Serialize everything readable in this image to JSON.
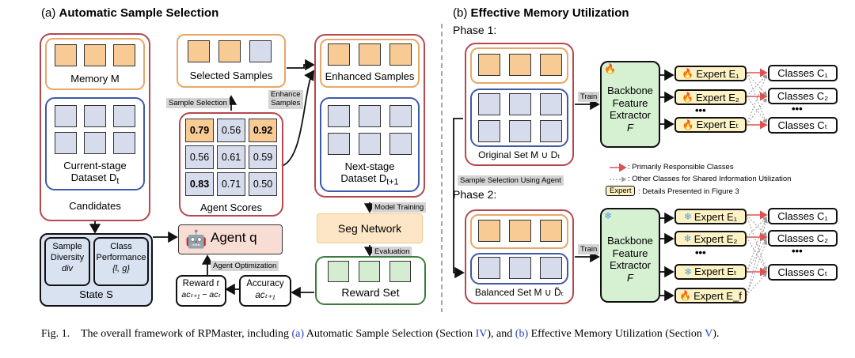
{
  "panel_a": {
    "title_prefix": "(a)",
    "title": "Automatic Sample Selection",
    "memory_label": "Memory M",
    "dataset_line1": "Current-stage",
    "dataset_line2": "Dataset D",
    "dataset_sub": "t",
    "candidates": "Candidates",
    "selected_samples": "Selected Samples",
    "sample_selection_tag": "Sample Selection",
    "enhance_tag_line1": "Enhance",
    "enhance_tag_line2": "Samples",
    "enhanced_samples": "Enhanced Samples",
    "next_line1": "Next-stage",
    "next_line2": "Dataset D",
    "next_sub": "t+1",
    "agent_scores_label": "Agent Scores",
    "scores": [
      [
        "0.79",
        "0.56",
        "0.92"
      ],
      [
        "0.56",
        "0.61",
        "0.59"
      ],
      [
        "0.83",
        "0.71",
        "0.50"
      ]
    ],
    "model_training_tag": "Model Training",
    "seg_network": "Seg Network",
    "evaluation_tag": "Evaluation",
    "reward_set": "Reward Set",
    "agent_label": "Agent q",
    "agent_opt_tag": "Agent Optimization",
    "reward_line1": "Reward r",
    "reward_line2": "acₜ₊₁ − acₜ",
    "accuracy_line1": "Accuracy",
    "accuracy_line2": "acₜ₊₁",
    "diversity_line1": "Sample",
    "diversity_line2": "Diversity",
    "diversity_line3": "div",
    "class_perf_line1": "Class",
    "class_perf_line2": "Performance",
    "class_perf_line3": "{l, g}",
    "state_label": "State S"
  },
  "panel_b": {
    "title_prefix": "(b)",
    "title": "Effective Memory Utilization",
    "phase1": "Phase 1:",
    "phase2": "Phase 2:",
    "original_set": "Original Set M ∪ Dₜ",
    "balanced_set": "Balanced Set M ∪ D̃ₜ",
    "train": "Train",
    "sample_sel_agent_tag": "Sample Selection Using Agent",
    "backbone_line1": "Backbone",
    "backbone_line2": "Feature",
    "backbone_line3": "Extractor",
    "backbone_line4": "F",
    "phase1_experts": [
      "Expert E₁",
      "Expert E₂",
      "•••",
      "Expert Eₜ"
    ],
    "phase1_classes": [
      "Classes C₁",
      "Classes C₂",
      "•••",
      "Classes Cₜ"
    ],
    "phase2_experts": [
      "Expert E₁",
      "Expert E₂",
      "•••",
      "Expert Eₜ",
      "Expert E_f"
    ],
    "phase2_classes": [
      "Classes C₁",
      "Classes C₂",
      "•••",
      "Classes Cₜ"
    ],
    "legend_primary": ": Primarily Responsible Classes",
    "legend_other": ": Other Classes for Shared Information Utilization",
    "legend_expert_box": "Expert",
    "legend_expert_text": ": Details Presented in Figure 3",
    "icons": {
      "trainable": "fire-icon",
      "frozen": "snowflake-icon"
    }
  },
  "caption": {
    "prefix": "Fig. 1.",
    "text1": "The overall framework of RPMaster, including",
    "link_a": "(a)",
    "text2": "Automatic Sample Selection (Section",
    "sec4": "IV",
    "text3": "), and",
    "link_b": "(b)",
    "text4": "Effective Memory Utilization (Section",
    "sec5": "V",
    "text5": ")."
  },
  "colors": {
    "red_border": "#b5484f",
    "orange_border": "#e8a767",
    "blue_border": "#3e5aa8",
    "green_border": "#3c7d3c",
    "orange_fill": "#f8cb94",
    "blue_fill": "#d6dcec",
    "green_fill": "#d4ecd0",
    "expert_fill": "#fdf2c4",
    "backbone_fill": "#d6f0d2",
    "link_blue": "#2a3fc0"
  }
}
